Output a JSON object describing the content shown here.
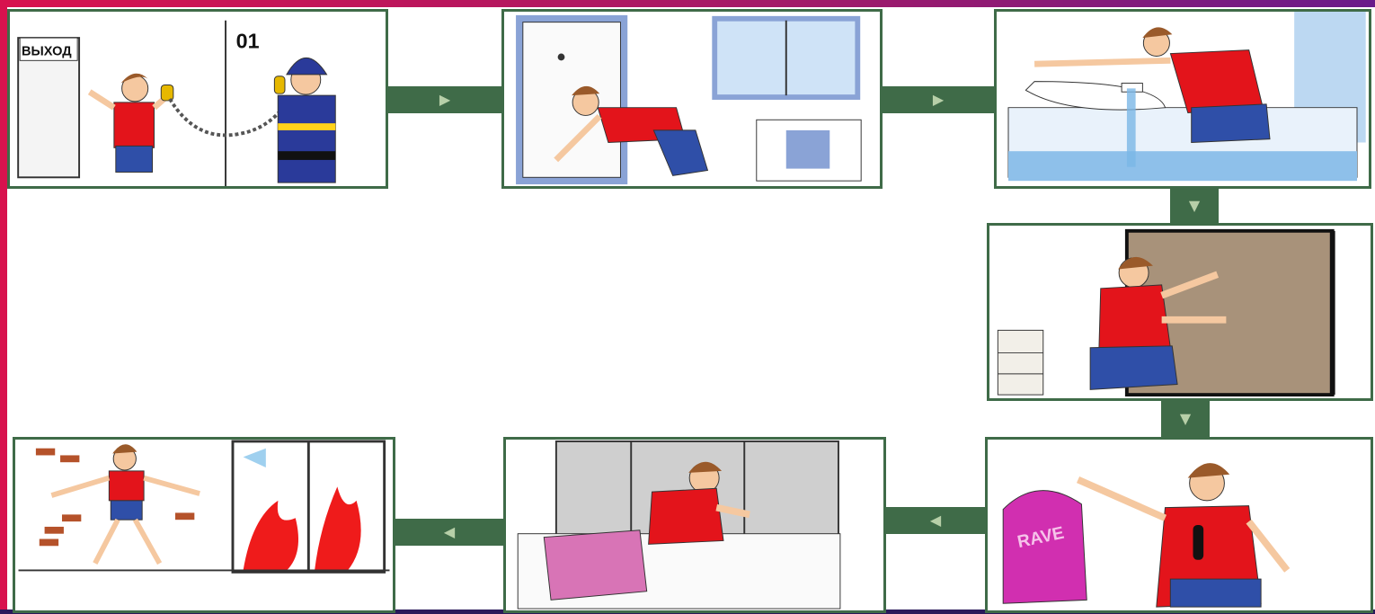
{
  "colors": {
    "frame": "#3f6b48",
    "arrow": "#b7cfa8",
    "shirt": "#e3141b",
    "shorts": "#2f4fa8",
    "border_accent": "#d8124e"
  },
  "panels": [
    {
      "id": "call-fire-service",
      "sign_text": "ВЫХОД",
      "number_text": "01"
    },
    {
      "id": "seal-door-gaps"
    },
    {
      "id": "fill-bath-water"
    },
    {
      "id": "check-door-heat"
    },
    {
      "id": "wet-cloth-breathe"
    },
    {
      "id": "signal-from-window"
    },
    {
      "id": "wait-for-rescue"
    }
  ],
  "shirt_text": "RAVE",
  "arrows": {
    "right": "▶",
    "down": "▼",
    "left": "◀"
  }
}
